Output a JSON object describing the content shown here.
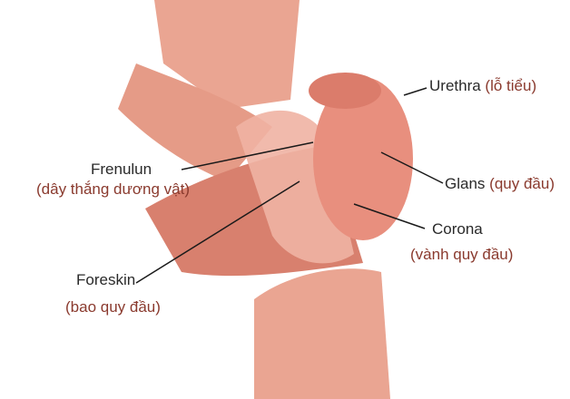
{
  "diagram": {
    "type": "anatomical-illustration",
    "colors": {
      "skin": "#e49a86",
      "skin_dark": "#c96a5a",
      "glans": "#e88f7e",
      "line": "#1a1a1a",
      "vi_text": "#8a3a2e",
      "en_text": "#2a2a2a"
    },
    "labels": [
      {
        "id": "urethra",
        "en": "Urethra",
        "vi": "(lỗ tiểu)"
      },
      {
        "id": "frenulum",
        "en": "Frenulun",
        "vi": "(dây thắng dương vật)"
      },
      {
        "id": "glans",
        "en": "Glans",
        "vi": "(quy đầu)"
      },
      {
        "id": "corona",
        "en": "Corona",
        "vi": "(vành quy đầu)"
      },
      {
        "id": "foreskin",
        "en": "Foreskin",
        "vi": "(bao quy đầu)"
      }
    ]
  }
}
